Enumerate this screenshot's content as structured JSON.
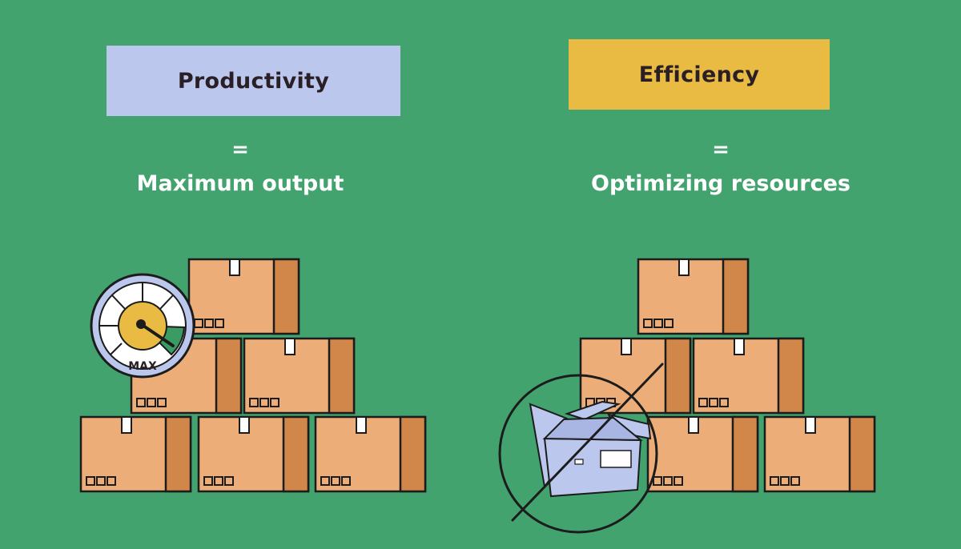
{
  "left": {
    "title": "Productivity",
    "equals": "=",
    "description": "Maximum output",
    "gauge_label": "MAX"
  },
  "right": {
    "title": "Efficiency",
    "equals": "=",
    "description": "Optimizing resources"
  },
  "colors": {
    "background": "#42a36f",
    "box_face": "#ecad78",
    "box_side": "#d2874a",
    "outline": "#1c1c1c",
    "productivity_label": "#bcc7ee",
    "efficiency_label": "#e9bb43",
    "gauge_yellow": "#e9bb43",
    "gauge_green": "#3a9b63",
    "empty_box": "#bcc7ee"
  },
  "icons": [
    "cardboard-box-icon",
    "speedometer-gauge-icon",
    "crossed-out-empty-box-icon"
  ]
}
